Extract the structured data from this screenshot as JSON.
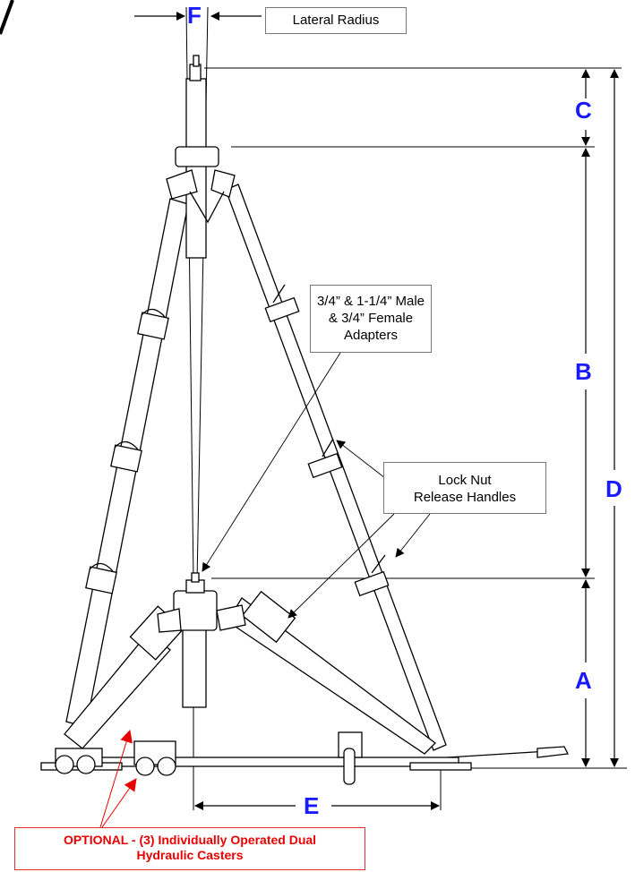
{
  "dimensions": {
    "A": "A",
    "B": "B",
    "C": "C",
    "D": "D",
    "E": "E",
    "F": "F"
  },
  "callouts": {
    "lateral_radius": "Lateral Radius",
    "adapters": [
      "3/4” & 1-1/4” Male",
      "& 3/4” Female",
      "Adapters"
    ],
    "lock_nut": [
      "Lock Nut",
      "Release Handles"
    ],
    "optional": [
      "OPTIONAL - (3) Individually Operated Dual",
      "Hydraulic Casters"
    ]
  },
  "colors": {
    "dimension_label": "#1a1aff",
    "optional_text": "#e80000",
    "optional_arrow": "#e80000",
    "line": "#000000"
  }
}
